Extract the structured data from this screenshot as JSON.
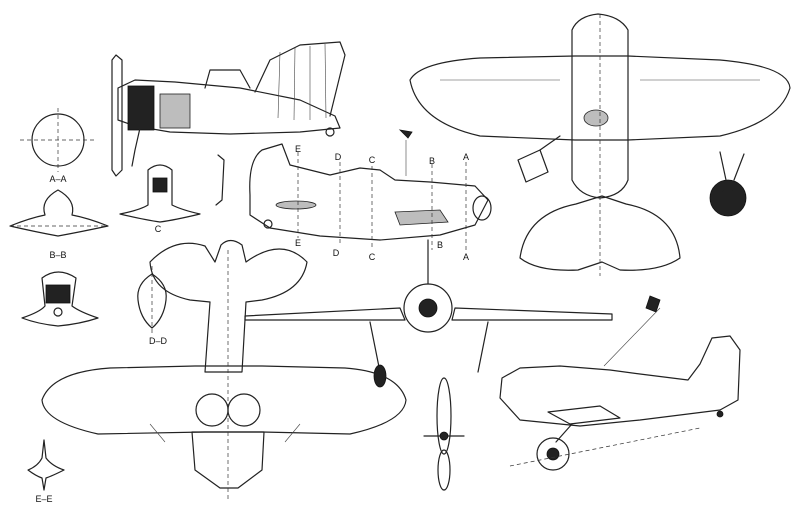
{
  "section_labels": {
    "aa_top": "A–A",
    "bb": "B–B",
    "c_small": "C",
    "dd": "D–D",
    "ee": "E–E"
  },
  "cut_labels": {
    "e_top": "E",
    "d_top": "D",
    "c_top": "C",
    "b_top": "B",
    "a_top": "A",
    "e_bot": "E",
    "d_bot": "D",
    "c_bot": "C",
    "b_bot": "B",
    "a_bot": "A"
  }
}
